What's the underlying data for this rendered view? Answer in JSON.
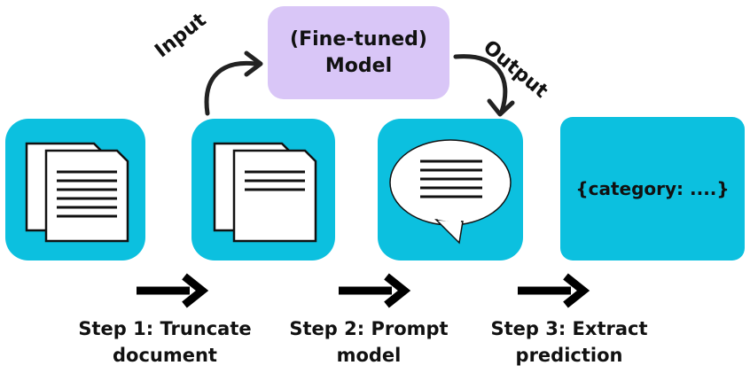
{
  "model": {
    "line1": "(Fine-tuned)",
    "line2": "Model"
  },
  "labels": {
    "input": "Input",
    "output": "Output"
  },
  "prediction": {
    "text": "{category: ....}"
  },
  "steps": [
    {
      "line1": "Step 1: Truncate",
      "line2": "document"
    },
    {
      "line1": "Step 2: Prompt",
      "line2": "model"
    },
    {
      "line1": "Step 3: Extract",
      "line2": "prediction"
    }
  ],
  "colors": {
    "tile": "#0cc0df",
    "model": "#d9c6f7",
    "ink": "#111111"
  },
  "icons": [
    "documents-icon",
    "speech-bubble-icon",
    "arrow-right-icon",
    "curved-arrow-icon"
  ]
}
